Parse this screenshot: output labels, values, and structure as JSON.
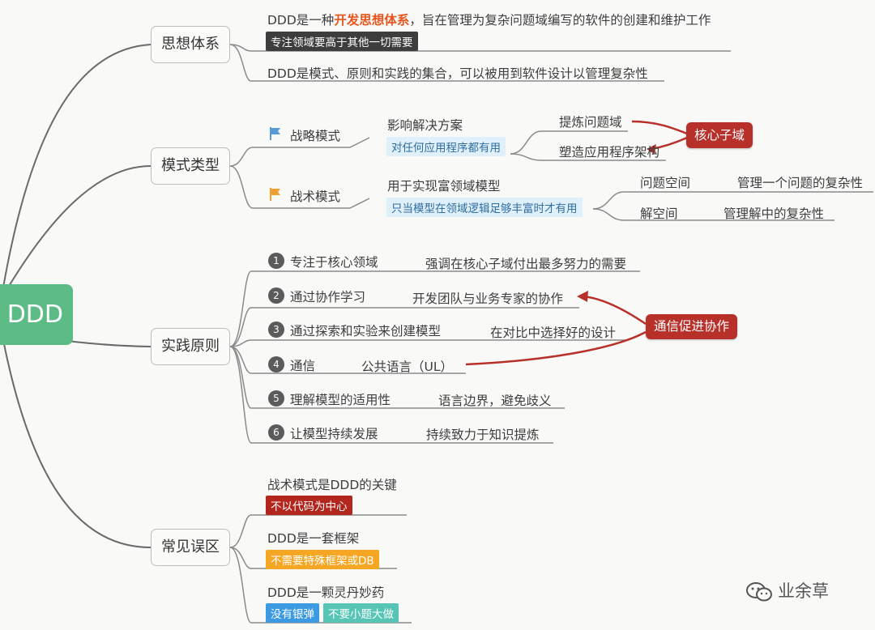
{
  "root": {
    "label": "DDD"
  },
  "branches": {
    "thinking": {
      "label": "思想体系",
      "intro_pre": "DDD是一种",
      "intro_highlight": "开发思想体系",
      "intro_post": "，旨在管理为复杂问题域编写的软件的创建和维护工作",
      "intro_tag": "专注领域要高于其他一切需要",
      "second": "DDD是模式、原则和实践的集合，可以被用到软件设计以管理复杂性"
    },
    "patterns": {
      "label": "模式类型",
      "strategic": {
        "label": "战略模式",
        "desc": "影响解决方案",
        "tag": "对任何应用程序都有用",
        "items": [
          "提炼问题域",
          "塑造应用程序架构"
        ],
        "callout": "核心子域"
      },
      "tactical": {
        "label": "战术模式",
        "desc": "用于实现富领域模型",
        "tag": "只当模型在领域逻辑足够丰富时才有用",
        "items": [
          {
            "name": "问题空间",
            "detail": "管理一个问题的复杂性"
          },
          {
            "name": "解空间",
            "detail": "管理解中的复杂性"
          }
        ]
      }
    },
    "practices": {
      "label": "实践原则",
      "items": [
        {
          "num": "1",
          "label": "专注于核心领域",
          "detail": "强调在核心子域付出最多努力的需要"
        },
        {
          "num": "2",
          "label": "通过协作学习",
          "detail": "开发团队与业务专家的协作"
        },
        {
          "num": "3",
          "label": "通过探索和实验来创建模型",
          "detail": "在对比中选择好的设计"
        },
        {
          "num": "4",
          "label": "通信",
          "detail": "公共语言（UL）"
        },
        {
          "num": "5",
          "label": "理解模型的适用性",
          "detail": "语言边界，避免歧义"
        },
        {
          "num": "6",
          "label": "让模型持续发展",
          "detail": "持续致力于知识提炼"
        }
      ],
      "callout": "通信促进协作"
    },
    "misconceptions": {
      "label": "常见误区",
      "items": [
        {
          "text": "战术模式是DDD的关键",
          "tags": [
            "不以代码为中心"
          ]
        },
        {
          "text": "DDD是一套框架",
          "tags": [
            "不需要特殊框架或DB"
          ]
        },
        {
          "text": "DDD是一颗灵丹妙药",
          "tags": [
            "没有银弹",
            "不要小题大做"
          ]
        }
      ]
    }
  },
  "watermark": "业余草",
  "colors": {
    "root": "#5dbb86",
    "accent_red": "#b3261e",
    "highlight": "#e8551c",
    "flag_blue": "#5b9bd5",
    "flag_orange": "#f0a030"
  }
}
